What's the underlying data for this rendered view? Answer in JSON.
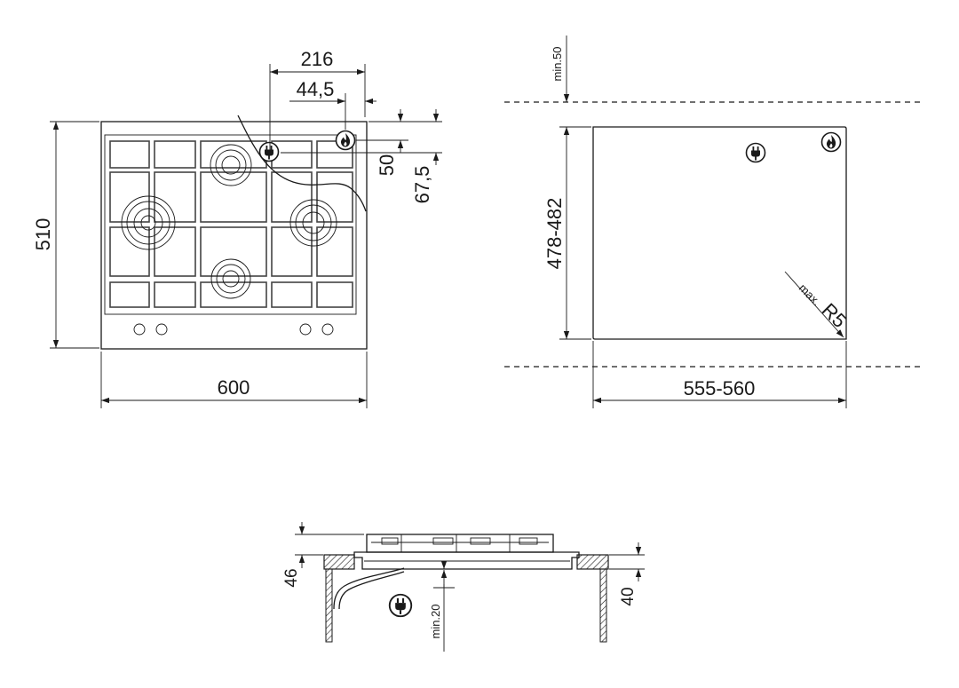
{
  "top_view": {
    "width_label": "600",
    "depth_label": "510",
    "gas_offset_label": "216",
    "plug_offset_label": "44,5",
    "gas_depth_label": "50",
    "plug_depth_label": "67,5"
  },
  "cutout_view": {
    "clearance_label": "min.50",
    "depth_label": "478-482",
    "width_label": "555-560",
    "radius_prefix": "max.",
    "radius_label": "R5"
  },
  "side_view": {
    "height_label": "46",
    "worktop_label": "40",
    "clearance_label": "min.20"
  },
  "icons": [
    "plug-icon",
    "gas-flame-icon"
  ]
}
